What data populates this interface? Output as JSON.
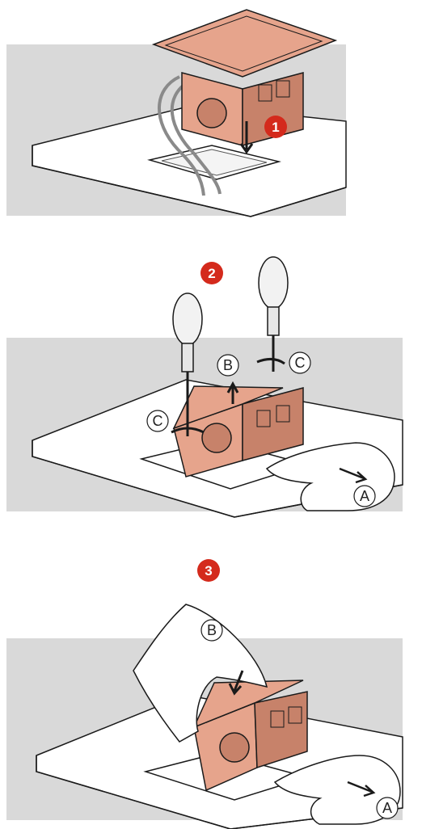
{
  "colors": {
    "background": "#ffffff",
    "wall": "#d9d9d9",
    "desk": "#ffffff",
    "outline": "#1a1a1a",
    "device_body": "#e6a48c",
    "device_dark": "#c7826a",
    "badge": "#d42a1c",
    "cable": "#8a8a8a",
    "hand": "#ffffff"
  },
  "steps": [
    {
      "number": "1",
      "icon": "step-badge"
    },
    {
      "number": "2",
      "icon": "step-badge",
      "callouts": [
        "B",
        "C",
        "C",
        "A"
      ]
    },
    {
      "number": "3",
      "icon": "step-badge",
      "callouts": [
        "B",
        "A"
      ]
    }
  ]
}
